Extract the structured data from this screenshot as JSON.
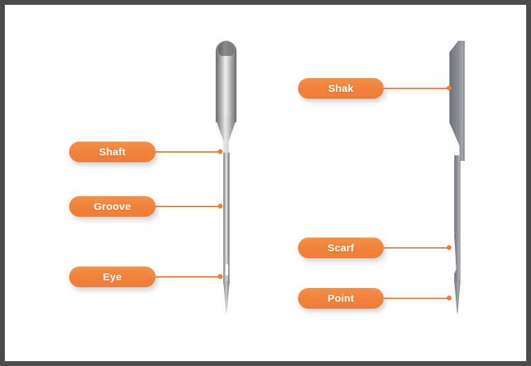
{
  "diagram": {
    "title": "Sewing machine needle parts diagram",
    "background_color": "#ffffff",
    "border_color": "#4b4b4b",
    "accent_color": "#ef7e36",
    "needle_color": "#8b8e95"
  },
  "labels": {
    "shaft": "Shaft",
    "groove": "Groove",
    "eye": "Eye",
    "shank": "Shak",
    "scarf": "Scarf",
    "point": "Point"
  },
  "needles": {
    "left": {
      "view": "front",
      "parts": [
        "shank",
        "taper",
        "shaft",
        "groove",
        "eye",
        "point"
      ]
    },
    "right": {
      "view": "side",
      "parts": [
        "shank",
        "taper",
        "shaft",
        "scarf",
        "point"
      ]
    }
  }
}
